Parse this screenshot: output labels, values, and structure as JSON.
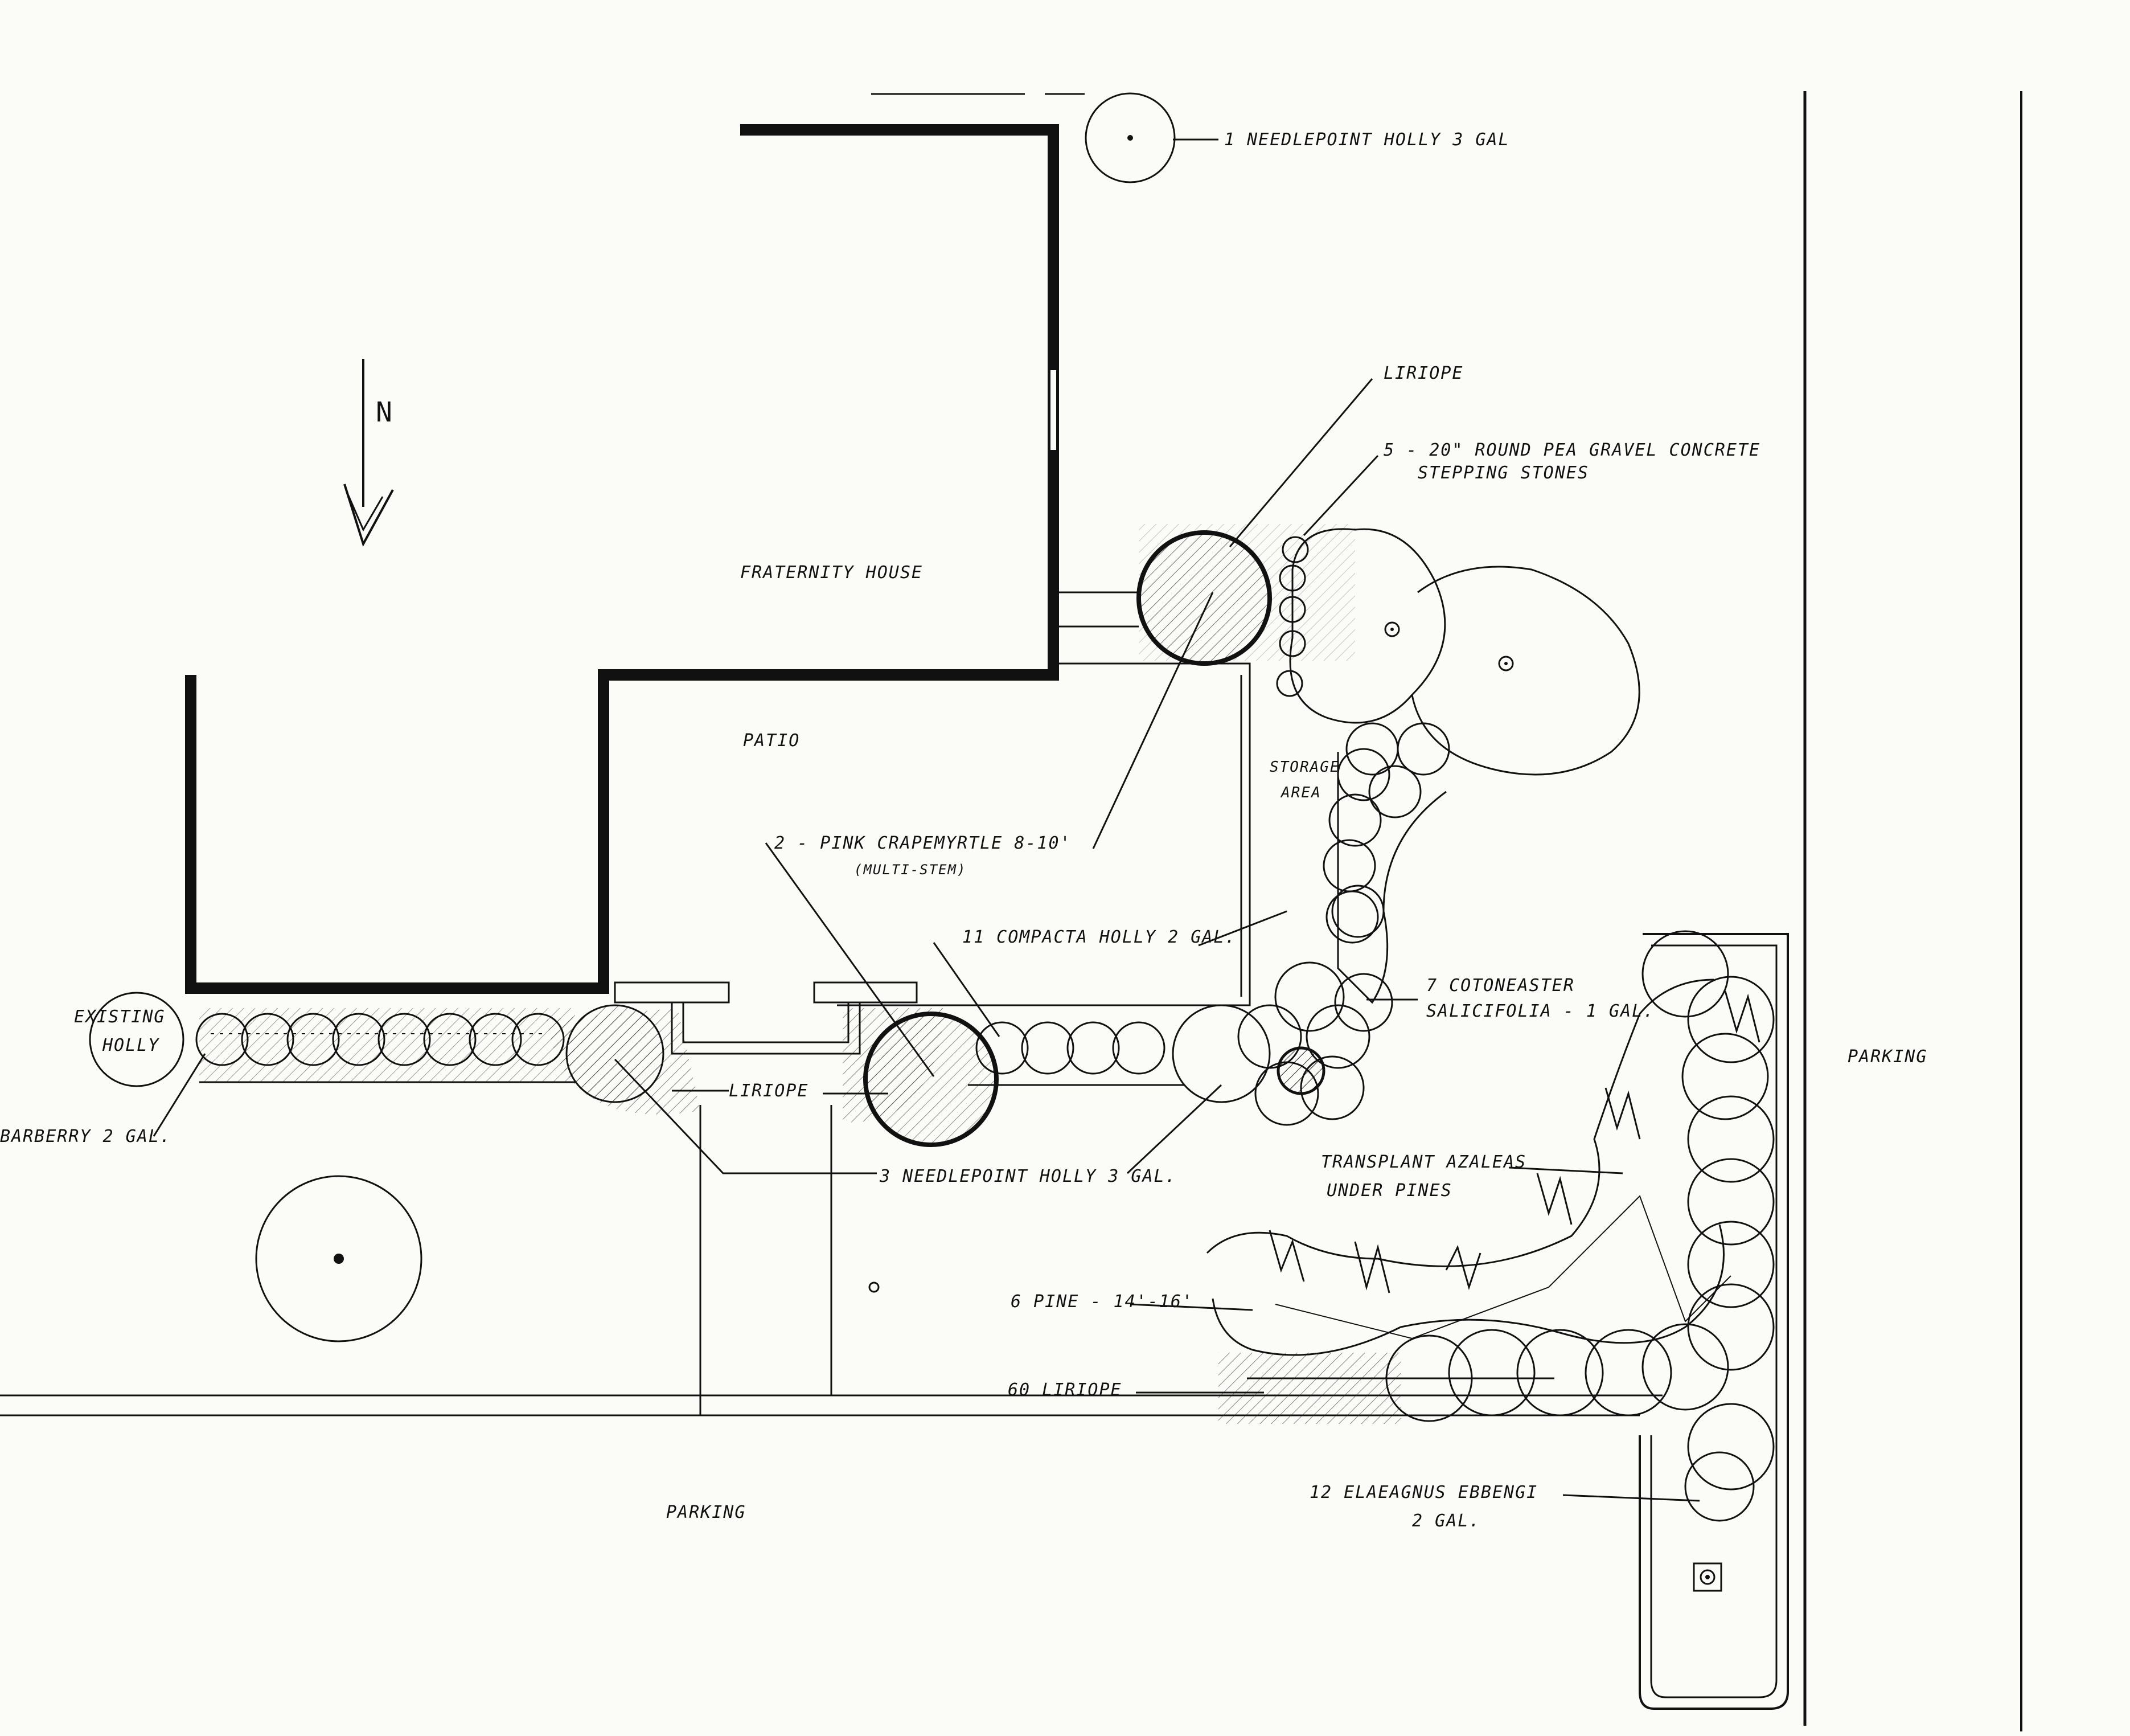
{
  "labels": {
    "needlepoint_holly_top": "1 NEEDLEPOINT HOLLY 3 GAL",
    "liriope_top": "LIRIOPE",
    "stepping_stones_1": "5 - 20\" ROUND PEA GRAVEL CONCRETE",
    "stepping_stones_2": "STEPPING STONES",
    "north": "N",
    "fraternity_house": "FRATERNITY HOUSE",
    "patio": "PATIO",
    "storage_1": "STORAGE",
    "storage_2": "AREA",
    "crapemyrtle_1": "2 - PINK CRAPEMYRTLE 8-10'",
    "crapemyrtle_2": "(MULTI-STEM)",
    "compacta_holly": "11 COMPACTA HOLLY 2 GAL.",
    "cotoneaster_1": "7 COTONEASTER",
    "cotoneaster_2": "SALICIFOLIA - 1 GAL.",
    "existing_holly_1": "EXISTING",
    "existing_holly_2": "HOLLY",
    "barberry": "BARBERRY 2 GAL.",
    "liriope_mid": "LIRIOPE",
    "needlepoint_holly_3": "3 NEEDLEPOINT HOLLY 3 GAL.",
    "parking_right": "PARKING",
    "transplant_1": "TRANSPLANT AZALEAS",
    "transplant_2": "UNDER PINES",
    "pine": "6 PINE - 14'-16'",
    "liriope_60": "60 LIRIOPE",
    "parking_bottom": "PARKING",
    "elaeagnus_1": "12 ELAEAGNUS EBBENGI",
    "elaeagnus_2": "2 GAL."
  }
}
